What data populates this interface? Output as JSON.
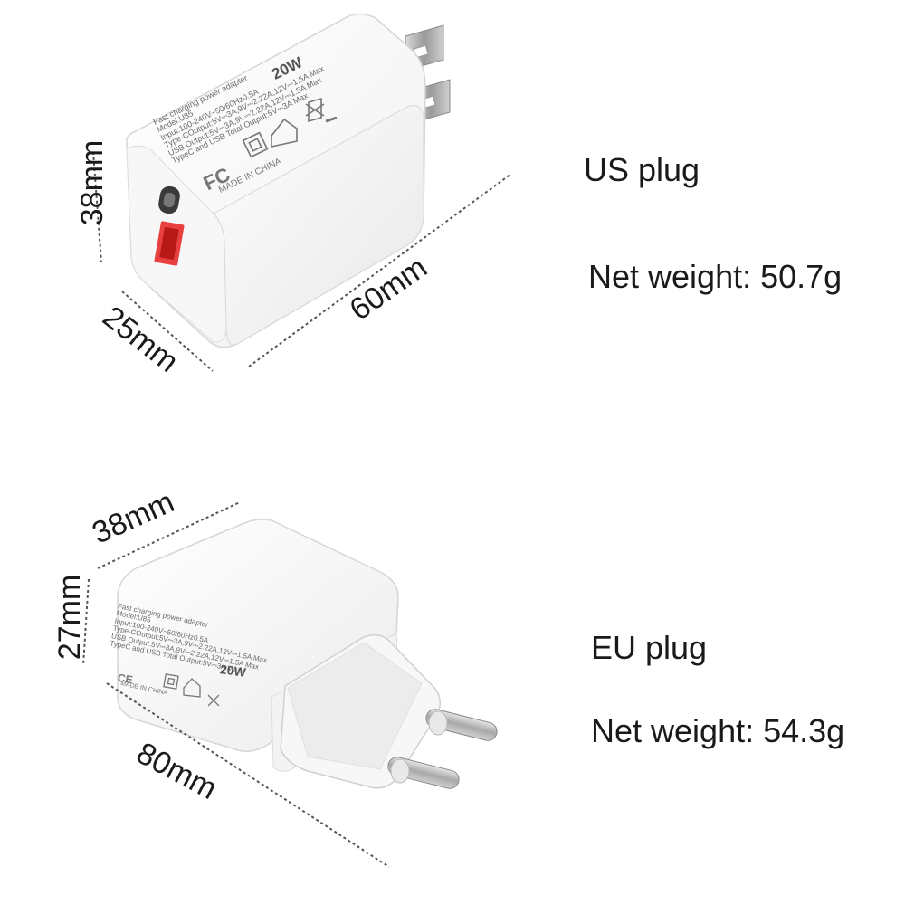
{
  "us": {
    "title": "US plug",
    "net_weight": "Net weight: 50.7g",
    "height": "38mm",
    "depth": "25mm",
    "width": "60mm",
    "wattage": "20W",
    "cert_mark": "FC",
    "origin": "MADE IN CHINA",
    "print_lines": [
      "Fast charging power adapter",
      "Model:U85",
      "Input:100-240V~50/60Hz0.5A",
      "Type-COutput:5V⎓3A,9V⎓2.22A,12V⎓1.5A Max",
      "USB Output:5V⎓3A,9V⎓2.22A,12V⎓1.5A Max",
      "TypeC and USB Total Output:5V⎓3A Max"
    ]
  },
  "eu": {
    "title": "EU plug",
    "net_weight": "Net weight: 54.3g",
    "width": "38mm",
    "height": "27mm",
    "length": "80mm",
    "wattage": "20W",
    "cert_mark": "CE",
    "origin": "MADE IN CHINA",
    "print_lines": [
      "Fast  charging power adapter",
      "Model:U85",
      "Input:100-240V~50/60Hz0.5A",
      "Type-COutput:5V⎓3A,9V⎓2.22A,12V⎓1.5A Max",
      "USB Output:5V⎓3A,9V⎓2.22A,12V⎓1.5A Max",
      "TypeC and USB Total Output:5V⎓3A Max"
    ]
  },
  "colors": {
    "background": "#ffffff",
    "body": "#f4f4f4",
    "text": "#1a1a1a",
    "dimension_line": "#555555"
  }
}
